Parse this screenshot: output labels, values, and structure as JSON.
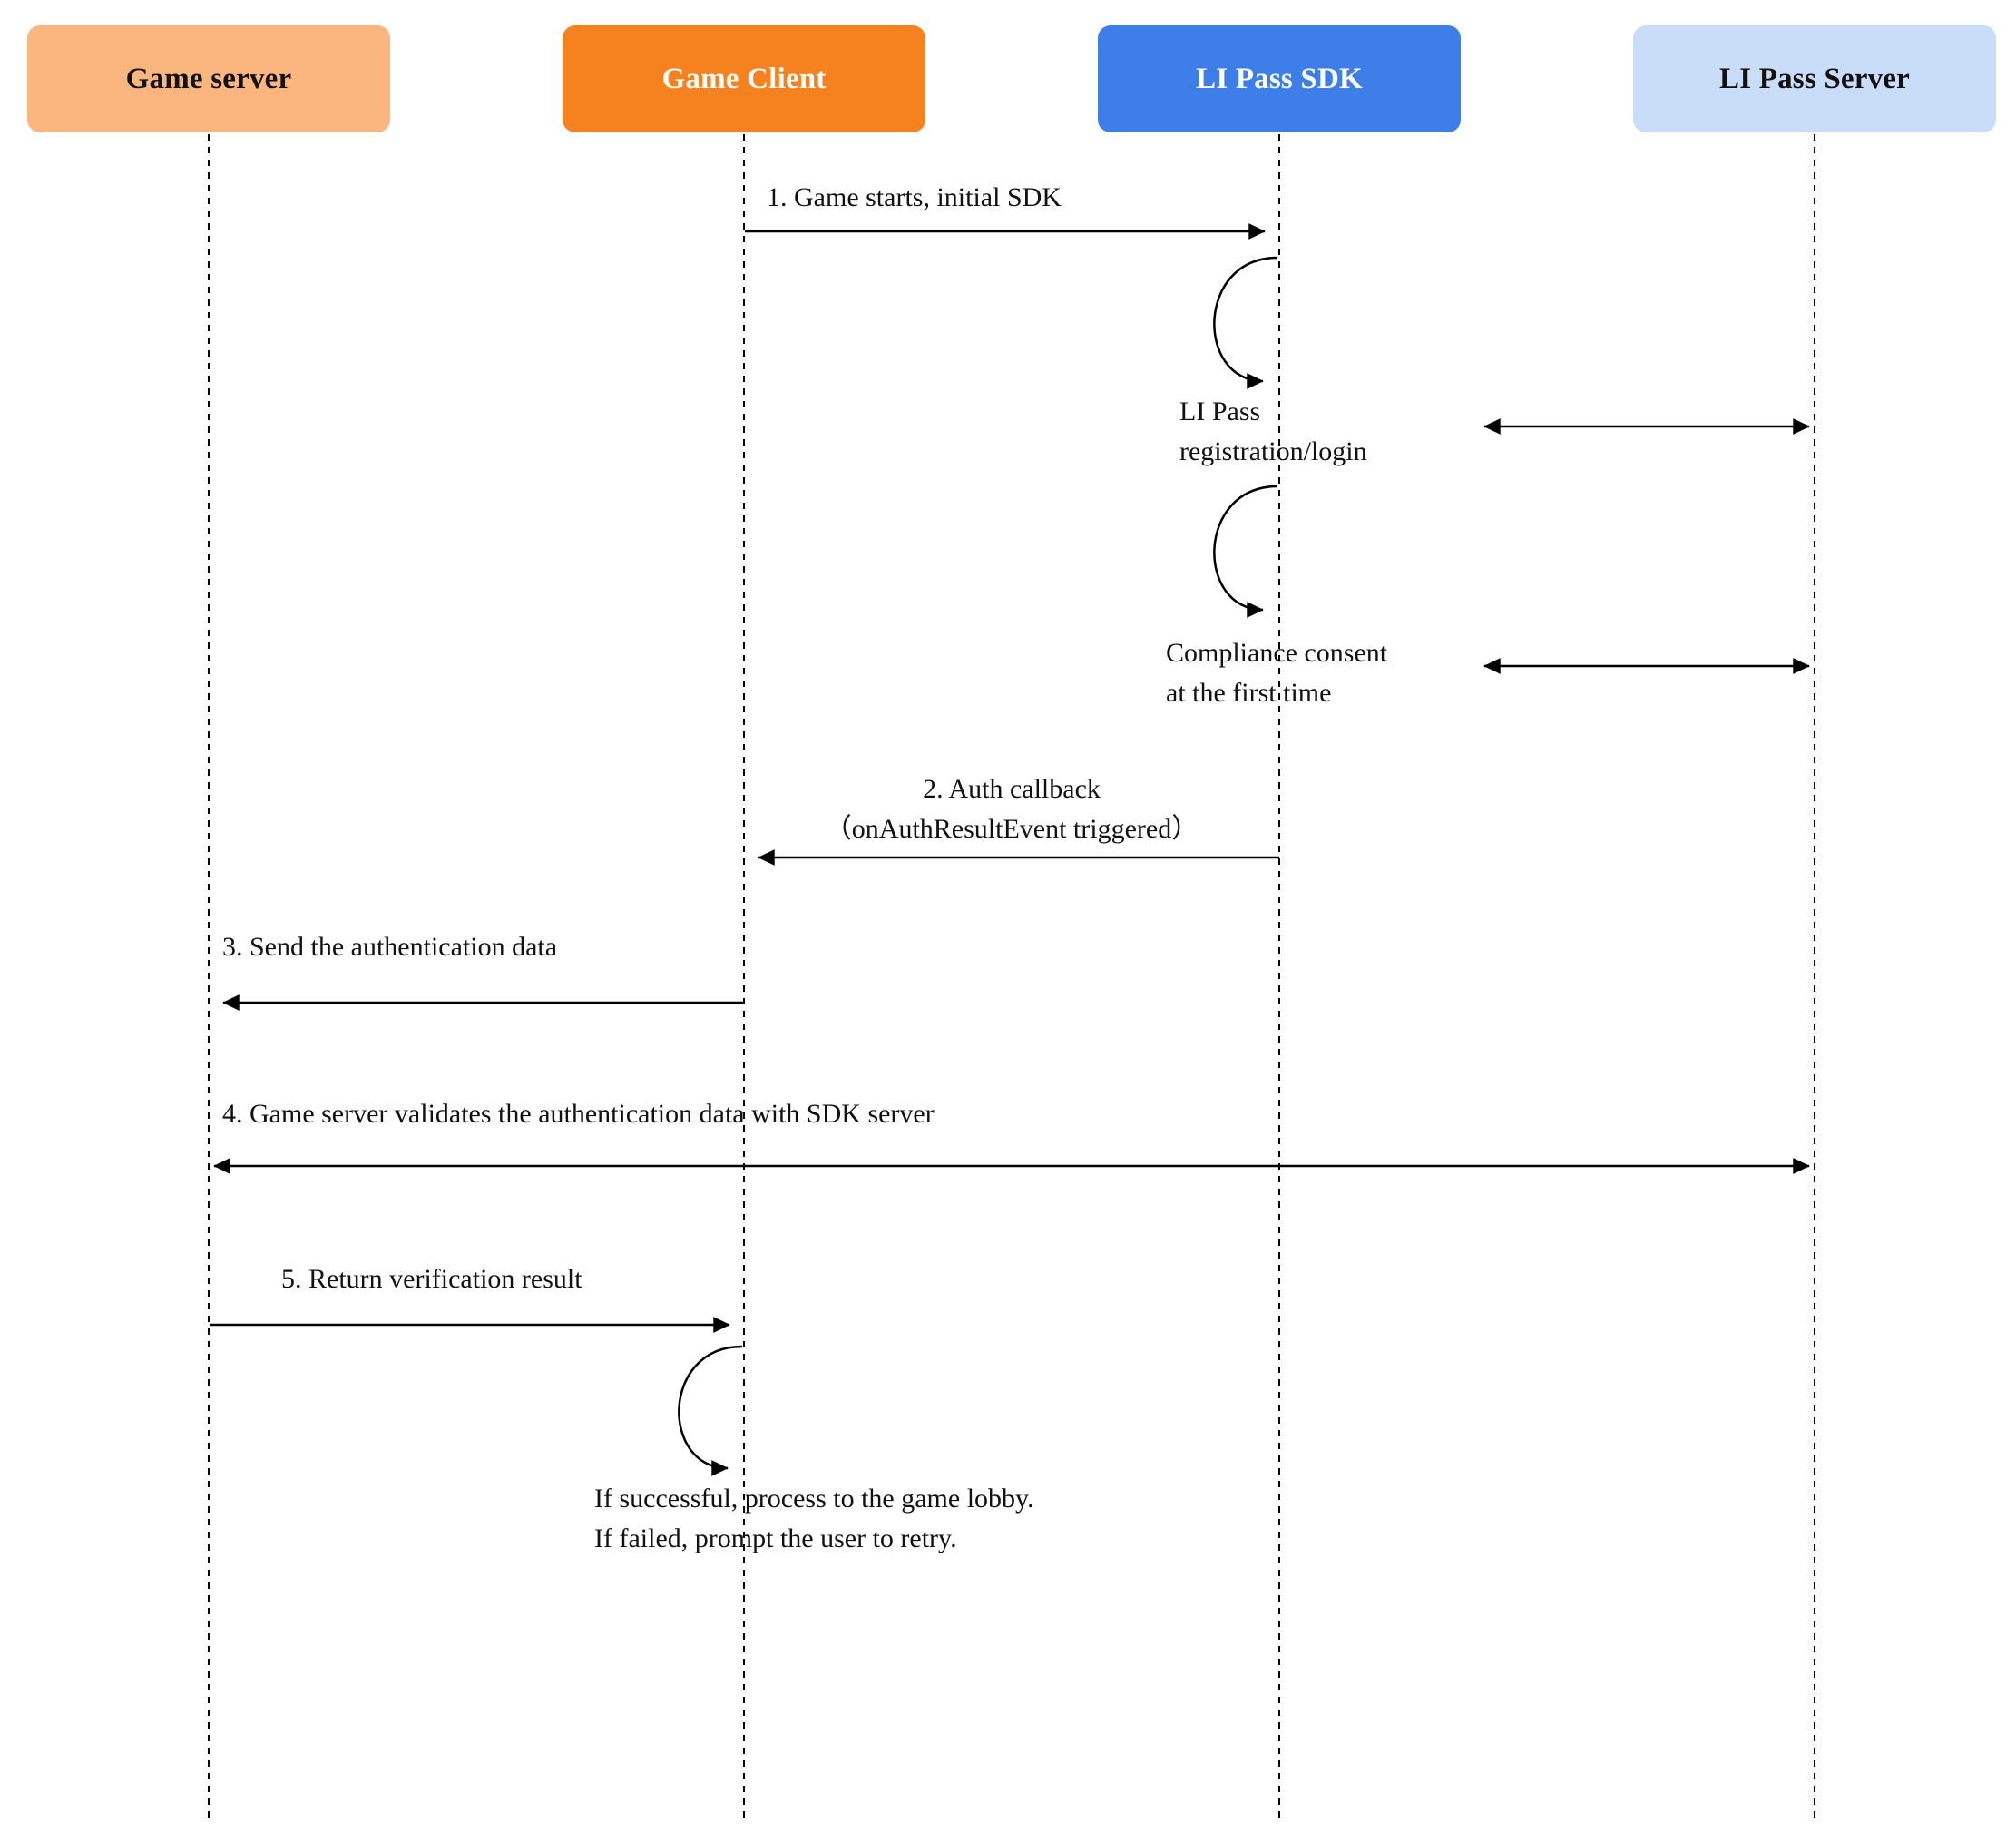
{
  "diagram": {
    "type": "sequence",
    "actors": [
      {
        "id": "game-server",
        "label": "Game server",
        "bg": "#FBB57E",
        "fg": "#111111"
      },
      {
        "id": "game-client",
        "label": "Game Client",
        "bg": "#F5821F",
        "fg": "#FFFFFF"
      },
      {
        "id": "li-pass-sdk",
        "label": "LI Pass SDK",
        "bg": "#3D7EE9",
        "fg": "#FFFFFF"
      },
      {
        "id": "li-pass-server",
        "label": "LI Pass Server",
        "bg": "#C9DCF8",
        "fg": "#111111"
      }
    ],
    "line_color": "#000000",
    "messages": {
      "m1": "1. Game starts, initial SDK",
      "loop1_line1": "LI Pass",
      "loop1_line2": "registration/login",
      "loop2_line1": "Compliance consent",
      "loop2_line2": "at the first time",
      "m2_line1": "2. Auth callback",
      "m2_line2": "（onAuthResultEvent triggered）",
      "m3": "3. Send the authentication data",
      "m4": "4. Game server validates the authentication data with SDK server",
      "m5": "5. Return verification result",
      "result_line1": "If successful, process to the game lobby.",
      "result_line2": "If failed, prompt the user to retry."
    }
  }
}
